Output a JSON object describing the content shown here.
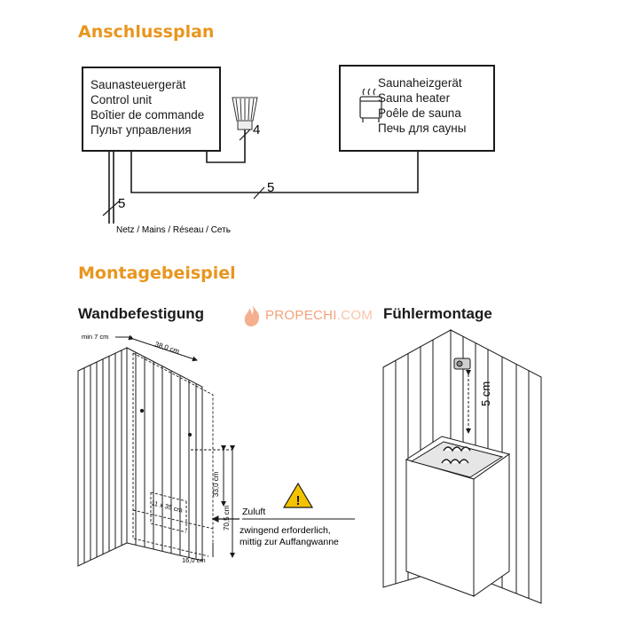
{
  "section1": {
    "title": "Anschlussplan",
    "control_unit": [
      "Saunasteuergerät",
      "Control unit",
      "Boîtier de commande",
      "Пульт управления"
    ],
    "heater": [
      "Saunaheizgerät",
      "Sauna heater",
      "Poêle de sauna",
      "Печь для сауны"
    ],
    "wire_sensor": "4",
    "wire_heater": "5",
    "wire_mains": "5",
    "mains_label": "Netz / Mains / Réseau / Сеть"
  },
  "section2": {
    "title": "Montagebeispiel",
    "left_title": "Wandbefestigung",
    "right_title": "Fühlermontage",
    "dims": {
      "min_gap": "min 7 cm",
      "width": "38,0 cm",
      "upper": "33,0 cm",
      "total_height": "70,5 cm",
      "opening": "11 x 35 cm",
      "bottom": "16,0 cm",
      "sensor_gap": "5 cm"
    },
    "air": {
      "label": "Zuluft",
      "note_line1": "zwingend erforderlich,",
      "note_line2": "mittig zur Auffangwanne"
    }
  },
  "watermark": {
    "part1": "PROPECHI",
    "part2": ".COM"
  },
  "colors": {
    "accent": "#e8961e",
    "warning": "#f5c200",
    "line": "#1a1a1a"
  }
}
